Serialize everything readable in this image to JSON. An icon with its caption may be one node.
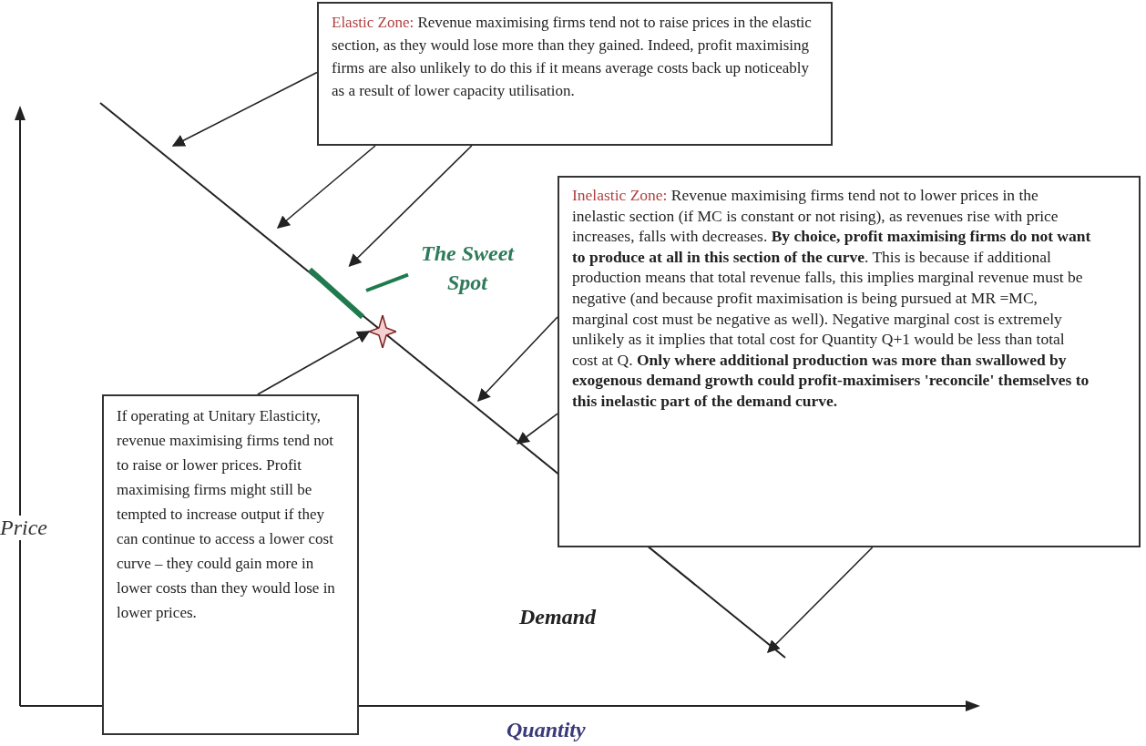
{
  "diagram": {
    "nodes": [
      {
        "text": [
          "Elastic Zone:",
          "Revenue maximising firms tend not to raise prices in the elastic section, as they would lose more than they gained. Indeed, profit maximising firms are also unlikely to do this if it means average costs back up noticeably as a result of lower capacity utilisation."
        ]
      },
      {
        "text": [
          "Inelastic Zone:",
          "Revenue maximising firms tend not to lower prices in the inelastic section (if MC is constant or not rising), as revenues rise with price increases, falls with decreases. **By choice, profit maximising firms do not want to produce at all in this section of the curve**. This is because if additional production means that total revenue falls, this implies marginal revenue must be negative (and because profit maximisation is being pursued at MR =MC, marginal cost must be negative as well). Negative marginal cost is extremely unlikely as it implies that total cost for Quantity Q+1 would be less than total cost at Q. **Only where additional production was more than swallowed by exogenous demand growth could profit-maximisers 'reconcile' themselves to this inelastic part of the demand curve.**"
        ]
      },
      {
        "text": [
          "The Sweet Spot"
        ]
      },
      {
        "text": [],
        "shape": "bar"
      },
      {
        "text": [],
        "shape": "star"
      },
      {
        "text": [
          "If operating at Unitary Elasticity, revenue maximising firms tend not to raise or lower prices. Profit maximising firms might still be tempted to increase output if they can continue to access a lower cost curve – they could gain more in lower costs than they would lose in lower prices."
        ]
      }
    ],
    "edges": [
      {
        "from": 0,
        "to": null,
        "arrow": "to"
      },
      {
        "from": 0,
        "to": null,
        "arrow": "to"
      },
      {
        "from": 0,
        "to": 3,
        "arrow": "to"
      },
      {
        "from": 1,
        "to": null,
        "arrow": "to"
      },
      {
        "from": 1,
        "to": null,
        "arrow": "to"
      },
      {
        "from": 1,
        "to": null,
        "arrow": "to"
      },
      {
        "from": 5,
        "to": 4,
        "arrow": "to"
      },
      {
        "from": 2,
        "to": 3,
        "arrow": "none",
        "style": "thick",
        "color": "#1f7a4d"
      }
    ],
    "labels": [
      "Price",
      "Demand",
      "Quantity"
    ]
  }
}
